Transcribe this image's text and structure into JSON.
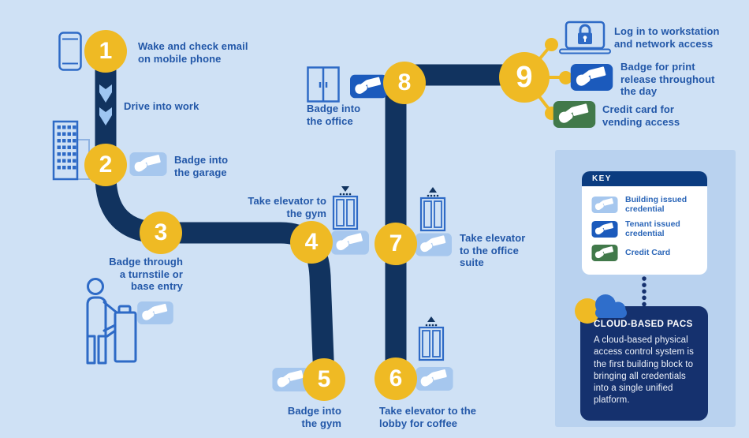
{
  "colors": {
    "background": "#cfe1f5",
    "side_panel": "#b9d2ef",
    "journey_path": "#11335f",
    "accent_yellow": "#efba24",
    "caption_blue": "#2257a8",
    "badge_building": "#a6c7ee",
    "badge_tenant": "#1b5abc",
    "badge_credit": "#41794a",
    "icon_outline": "#2e6ac6",
    "key_header": "#0b3c80",
    "cloud_panel": "#15316e"
  },
  "icons": {
    "phone": "phone-icon",
    "building": "building-icon",
    "turnstile": "turnstile-icon",
    "elevator_down": "elevator-down-icon",
    "elevator_up": "elevator-up-icon",
    "door": "door-icon",
    "laptop_lock": "laptop-lock-icon",
    "badge_hand": "badge-hand-icon",
    "cloud": "cloud-icon",
    "down_arrow": "down-arrow-icon"
  },
  "steps": {
    "s1": {
      "num": "1",
      "line1": "Wake and check email",
      "line2": "on mobile phone"
    },
    "drive": {
      "label": "Drive into work"
    },
    "s2": {
      "num": "2",
      "line1": "Badge into",
      "line2": "the garage"
    },
    "s3": {
      "num": "3",
      "line1": "Badge through",
      "line2": "a turnstile or",
      "line3": "base entry"
    },
    "s4": {
      "num": "4",
      "line1": "Take elevator to",
      "line2": "the gym"
    },
    "s5": {
      "num": "5",
      "line1": "Badge into",
      "line2": "the gym"
    },
    "s6": {
      "num": "6",
      "line1": "Take elevator to the",
      "line2": "lobby for coffee"
    },
    "s7": {
      "num": "7",
      "line1": "Take elevator",
      "line2": "to the office",
      "line3": "suite"
    },
    "s8": {
      "num": "8",
      "line1": "Badge into",
      "line2": "the office"
    },
    "s9": {
      "num": "9",
      "workstation_line1": "Log in to workstation",
      "workstation_line2": "and network access",
      "print_line1": "Badge for print",
      "print_line2": "release throughout",
      "print_line3": "the day",
      "vending_line1": "Credit card for",
      "vending_line2": "vending access"
    }
  },
  "key": {
    "title": "KEY",
    "building_line1": "Building issued",
    "building_line2": "credential",
    "tenant_line1": "Tenant issued",
    "tenant_line2": "credential",
    "credit_line1": "Credit Card"
  },
  "cloud": {
    "title": "CLOUD-BASED PACS",
    "body": "A cloud-based physical access control system is the first building block to bringing all credentials into a single unified platform."
  }
}
